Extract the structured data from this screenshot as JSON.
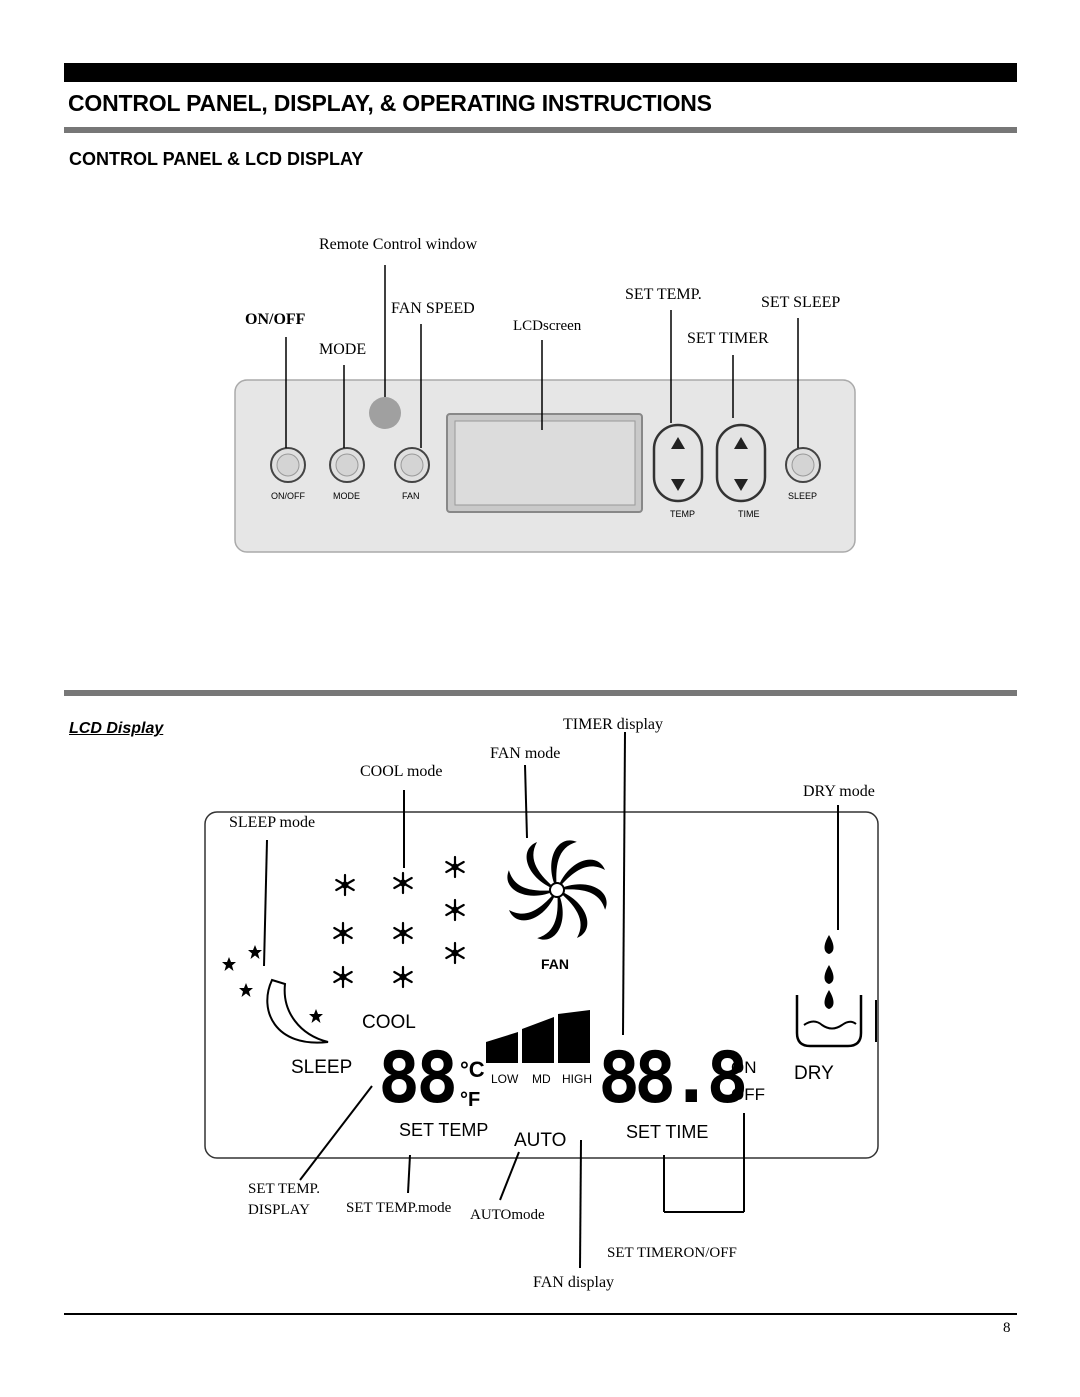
{
  "header": {
    "title": "CONTROL PANEL, DISPLAY, & OPERATING INSTRUCTIONS",
    "subtitle": "CONTROL PANEL & LCD DISPLAY"
  },
  "control_panel": {
    "callouts": {
      "remote_window": "Remote  Control  window",
      "on_off": "ON/OFF",
      "fan_speed": "FAN SPEED",
      "mode": "MODE",
      "lcd_screen": "LCDscreen",
      "set_temp": "SET TEMP.",
      "set_sleep": "SET SLEEP",
      "set_timer": "SET TIMER"
    },
    "button_labels": {
      "on_off": "ON/OFF",
      "mode": "MODE",
      "fan": "FAN",
      "temp": "TEMP",
      "time": "TIME",
      "sleep": "SLEEP"
    }
  },
  "lcd_display": {
    "section_label": "LCD Display",
    "callouts": {
      "timer_display": "TIMER display",
      "fan_mode": "FAN mode",
      "cool_mode": "COOL mode",
      "dry_mode": "DRY mode",
      "sleep_mode": "SLEEP mode",
      "set_temp_display_1": "SET TEMP.",
      "set_temp_display_2": "DISPLAY",
      "set_temp_mode": "SET  TEMP.mode",
      "auto_mode": "AUTOmode",
      "set_timer_onoff": "SET  TIMERON/OFF",
      "fan_display": "FAN  display"
    },
    "screen": {
      "fan": "FAN",
      "cool": "COOL",
      "sleep": "SLEEP",
      "deg_c": "°C",
      "deg_f": "°F",
      "low": "LOW",
      "md": "MD",
      "high": "HIGH",
      "temp_digits": "88",
      "time_digits": "88.8",
      "on": "ON",
      "off": "OFF",
      "dry": "DRY",
      "set_temp": "SET TEMP",
      "auto": "AUTO",
      "set_time": "SET TIME"
    }
  },
  "footer": {
    "page_number": "8"
  }
}
